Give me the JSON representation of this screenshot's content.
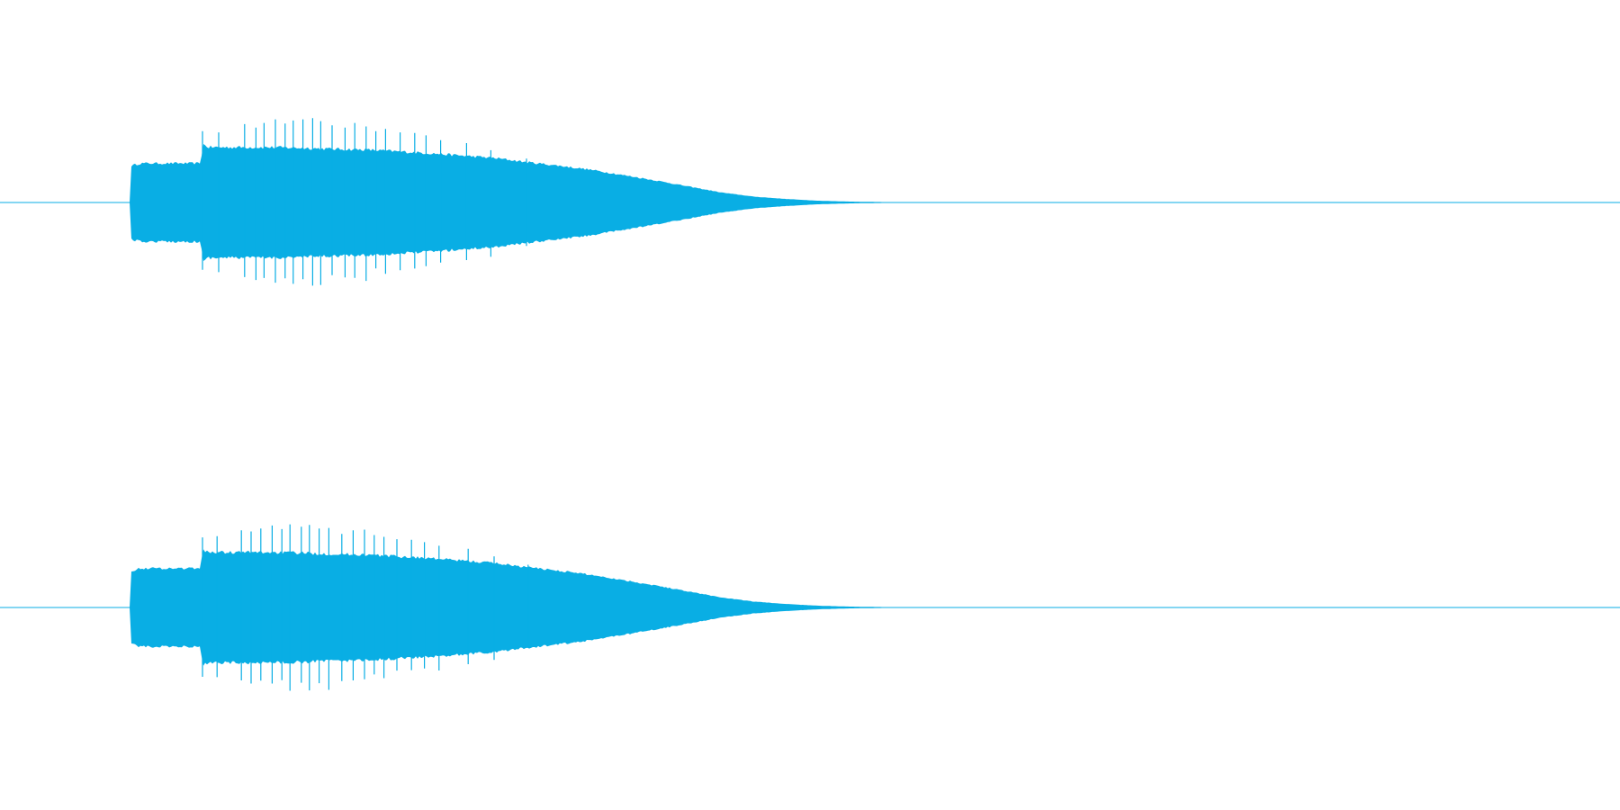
{
  "waveform": {
    "color": "#09AEE4",
    "background": "#FFFFFF",
    "channels": [
      {
        "name": "",
        "envelope": [
          [
            0.0,
            0.0
          ],
          [
            0.08,
            0.0
          ],
          [
            0.081,
            0.62
          ],
          [
            0.087,
            0.66
          ],
          [
            0.12,
            0.66
          ],
          [
            0.124,
            0.66
          ],
          [
            0.125,
            0.98
          ],
          [
            0.129,
            0.93
          ],
          [
            0.145,
            0.93
          ],
          [
            0.165,
            0.93
          ],
          [
            0.185,
            0.92
          ],
          [
            0.205,
            0.9
          ],
          [
            0.225,
            0.89
          ],
          [
            0.245,
            0.86
          ],
          [
            0.265,
            0.83
          ],
          [
            0.285,
            0.79
          ],
          [
            0.305,
            0.75
          ],
          [
            0.325,
            0.68
          ],
          [
            0.345,
            0.62
          ],
          [
            0.365,
            0.55
          ],
          [
            0.385,
            0.46
          ],
          [
            0.405,
            0.37
          ],
          [
            0.425,
            0.27
          ],
          [
            0.445,
            0.17
          ],
          [
            0.465,
            0.1
          ],
          [
            0.485,
            0.06
          ],
          [
            0.505,
            0.03
          ],
          [
            0.525,
            0.015
          ],
          [
            0.545,
            0.008
          ],
          [
            0.565,
            0.003
          ],
          [
            0.575,
            0.0
          ],
          [
            1.0,
            0.0
          ]
        ],
        "spikes": [
          [
            0.125,
            1.2
          ],
          [
            0.135,
            1.18
          ],
          [
            0.151,
            1.32
          ],
          [
            0.158,
            1.26
          ],
          [
            0.163,
            1.34
          ],
          [
            0.17,
            1.4
          ],
          [
            0.176,
            1.33
          ],
          [
            0.181,
            1.38
          ],
          [
            0.187,
            1.4
          ],
          [
            0.193,
            1.42
          ],
          [
            0.198,
            1.37
          ],
          [
            0.205,
            1.3
          ],
          [
            0.213,
            1.26
          ],
          [
            0.219,
            1.34
          ],
          [
            0.226,
            1.28
          ],
          [
            0.232,
            1.2
          ],
          [
            0.238,
            1.24
          ],
          [
            0.247,
            1.18
          ],
          [
            0.256,
            1.17
          ],
          [
            0.263,
            1.13
          ],
          [
            0.272,
            1.05
          ],
          [
            0.288,
            1.0
          ],
          [
            0.303,
            0.88
          ],
          [
            0.325,
            0.74
          ]
        ]
      },
      {
        "name": "",
        "envelope": [
          [
            0.0,
            0.0
          ],
          [
            0.08,
            0.0
          ],
          [
            0.081,
            0.62
          ],
          [
            0.087,
            0.66
          ],
          [
            0.12,
            0.66
          ],
          [
            0.124,
            0.66
          ],
          [
            0.125,
            0.98
          ],
          [
            0.129,
            0.93
          ],
          [
            0.145,
            0.93
          ],
          [
            0.165,
            0.93
          ],
          [
            0.185,
            0.92
          ],
          [
            0.205,
            0.9
          ],
          [
            0.225,
            0.89
          ],
          [
            0.245,
            0.86
          ],
          [
            0.265,
            0.83
          ],
          [
            0.285,
            0.79
          ],
          [
            0.305,
            0.75
          ],
          [
            0.325,
            0.68
          ],
          [
            0.345,
            0.62
          ],
          [
            0.365,
            0.55
          ],
          [
            0.385,
            0.46
          ],
          [
            0.405,
            0.37
          ],
          [
            0.425,
            0.27
          ],
          [
            0.445,
            0.17
          ],
          [
            0.465,
            0.1
          ],
          [
            0.485,
            0.06
          ],
          [
            0.505,
            0.03
          ],
          [
            0.525,
            0.015
          ],
          [
            0.545,
            0.008
          ],
          [
            0.565,
            0.003
          ],
          [
            0.578,
            0.0
          ],
          [
            1.0,
            0.0
          ]
        ],
        "spikes": [
          [
            0.125,
            1.18
          ],
          [
            0.134,
            1.2
          ],
          [
            0.149,
            1.3
          ],
          [
            0.155,
            1.28
          ],
          [
            0.161,
            1.33
          ],
          [
            0.168,
            1.38
          ],
          [
            0.174,
            1.32
          ],
          [
            0.179,
            1.4
          ],
          [
            0.186,
            1.36
          ],
          [
            0.191,
            1.39
          ],
          [
            0.197,
            1.33
          ],
          [
            0.203,
            1.34
          ],
          [
            0.211,
            1.24
          ],
          [
            0.218,
            1.3
          ],
          [
            0.225,
            1.31
          ],
          [
            0.231,
            1.22
          ],
          [
            0.237,
            1.19
          ],
          [
            0.245,
            1.15
          ],
          [
            0.254,
            1.14
          ],
          [
            0.262,
            1.1
          ],
          [
            0.271,
            1.04
          ],
          [
            0.289,
            0.99
          ],
          [
            0.305,
            0.86
          ],
          [
            0.326,
            0.72
          ]
        ]
      }
    ]
  }
}
